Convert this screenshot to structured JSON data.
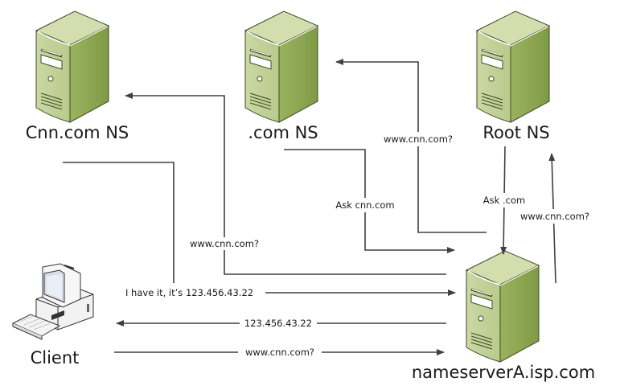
{
  "diagram": {
    "title": "Recursive DNS resolution",
    "nodes": {
      "cnn_ns": {
        "label": "Cnn.com NS",
        "type": "server"
      },
      "com_ns": {
        "label": ".com NS",
        "type": "server"
      },
      "root_ns": {
        "label": "Root NS",
        "type": "server"
      },
      "nameserver": {
        "label": "nameserverA.isp.com",
        "type": "server"
      },
      "client": {
        "label": "Client",
        "type": "workstation"
      }
    },
    "edges": [
      {
        "id": "client_to_ns",
        "from": "Client",
        "to": "nameserverA.isp.com",
        "label": "www.cnn.com?"
      },
      {
        "id": "ns_to_root",
        "from": "nameserverA.isp.com",
        "to": "Root NS",
        "label": "www.cnn.com?"
      },
      {
        "id": "root_to_ns",
        "from": "Root NS",
        "to": "nameserverA.isp.com",
        "label": "Ask .com"
      },
      {
        "id": "ns_to_com",
        "from": "nameserverA.isp.com",
        "to": ".com NS",
        "label": "www.cnn.com?"
      },
      {
        "id": "com_to_ns",
        "from": ".com NS",
        "to": "nameserverA.isp.com",
        "label": "Ask cnn.com"
      },
      {
        "id": "ns_to_cnn",
        "from": "nameserverA.isp.com",
        "to": "Cnn.com NS",
        "label": "www.cnn.com?"
      },
      {
        "id": "cnn_to_ns",
        "from": "Cnn.com NS",
        "to": "nameserverA.isp.com",
        "label": "I have it, it’s 123.456.43.22"
      },
      {
        "id": "ns_to_client",
        "from": "nameserverA.isp.com",
        "to": "Client",
        "label": "123.456.43.22"
      }
    ],
    "colors": {
      "server_front": "#c4d29a",
      "server_side": "#8fa852",
      "server_top": "#d4deb0",
      "line": "#404040"
    }
  }
}
